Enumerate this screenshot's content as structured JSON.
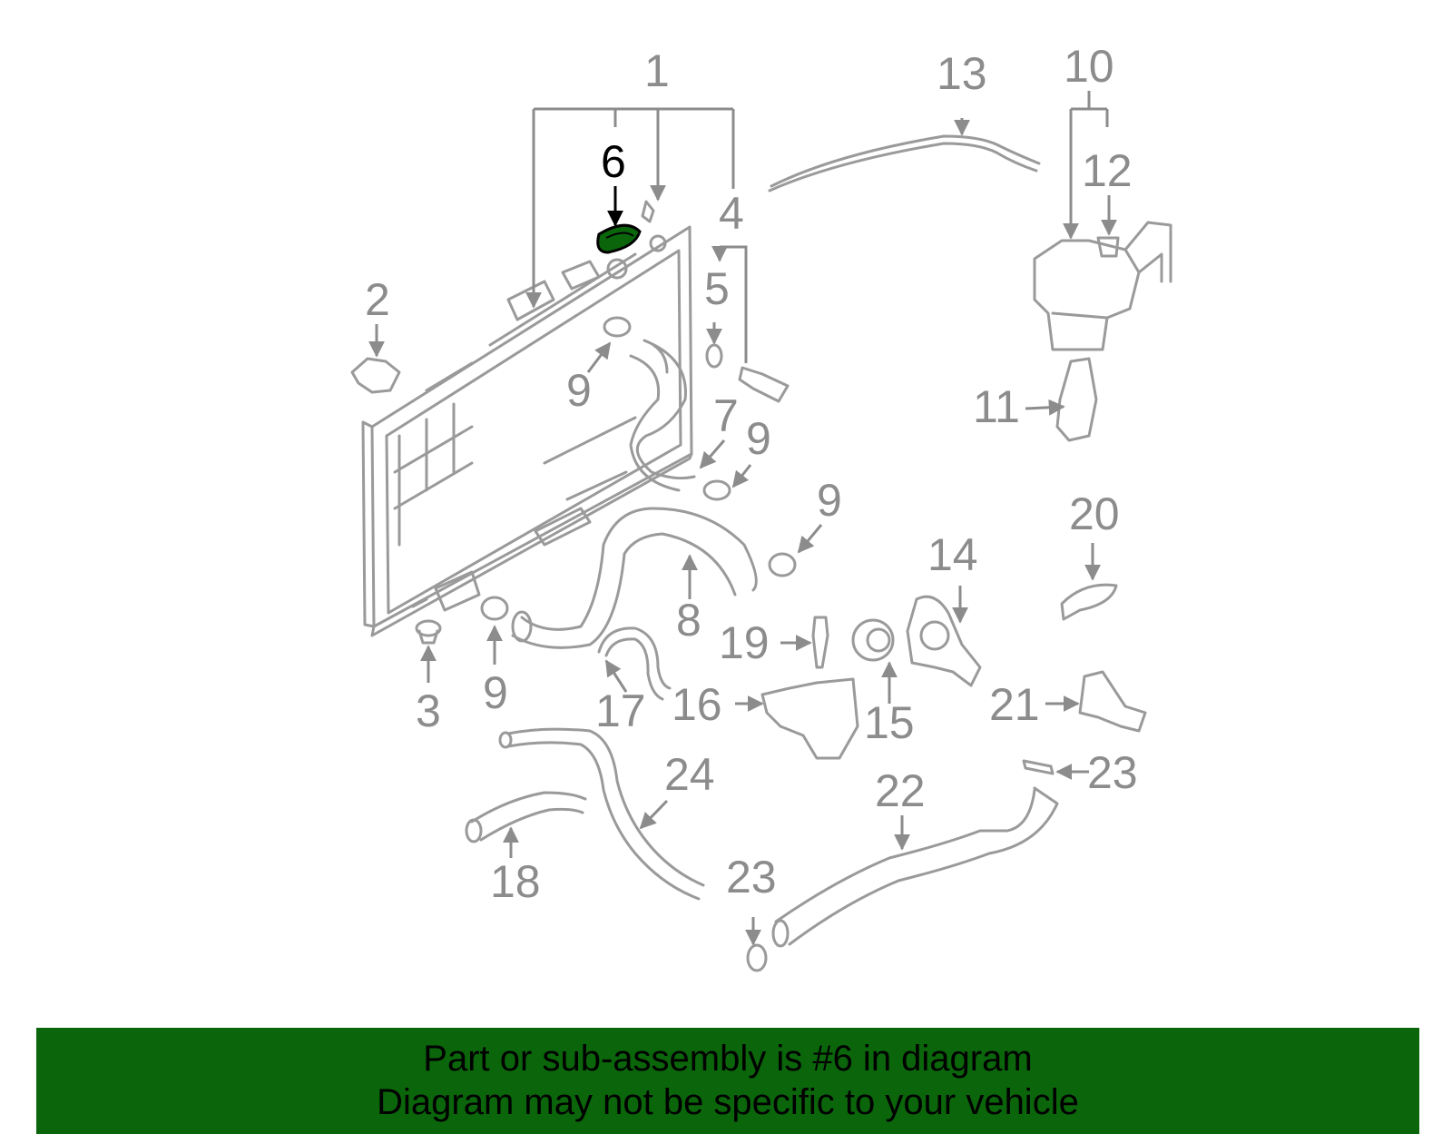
{
  "diagram": {
    "highlight_color": "#0b650b",
    "highlight_part": "6",
    "callouts": {
      "c1": "1",
      "c2": "2",
      "c3": "3",
      "c4": "4",
      "c5": "5",
      "c6": "6",
      "c7": "7",
      "c8": "8",
      "c9a": "9",
      "c9b": "9",
      "c9c": "9",
      "c9d": "9",
      "c10": "10",
      "c11": "11",
      "c12": "12",
      "c13": "13",
      "c14": "14",
      "c15": "15",
      "c16": "16",
      "c17": "17",
      "c18": "18",
      "c19": "19",
      "c20": "20",
      "c21": "21",
      "c22": "22",
      "c23a": "23",
      "c23b": "23",
      "c24": "24"
    }
  },
  "banner": {
    "line1": "Part or sub-assembly is #6 in diagram",
    "line2": "Diagram may not be specific to your vehicle",
    "background": "#0b650b"
  }
}
